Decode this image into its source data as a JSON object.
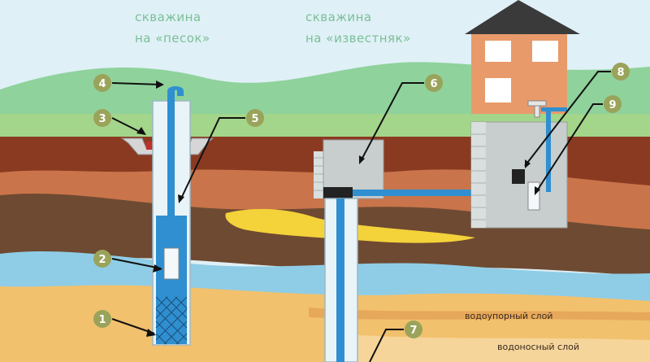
{
  "titles": {
    "sand_well_line1": "скважина",
    "sand_well_line2": "на «песок»",
    "limestone_well_line1": "скважина",
    "limestone_well_line2": "на «известняк»"
  },
  "layers": {
    "aquiclude": "водоупорный слой",
    "aquifer": "водоносный слой"
  },
  "markers": [
    "1",
    "2",
    "3",
    "4",
    "5",
    "6",
    "7",
    "8",
    "9"
  ],
  "colors": {
    "sky": "#dff0f6",
    "hills": "#8fd29c",
    "grass": "#a3d58a",
    "topsoil": "#8b3a22",
    "clay": "#c9744a",
    "brown_layer": "#6e4a32",
    "sand_lens": "#f4d23a",
    "water_layer": "#8fcde6",
    "sand_layer": "#f2c16d",
    "pipe_blue": "#2f8fd0",
    "house": "#e89a6a",
    "roof": "#3a3a3a",
    "caisson": "#c8cdcd",
    "marker": "#9aa35a"
  }
}
